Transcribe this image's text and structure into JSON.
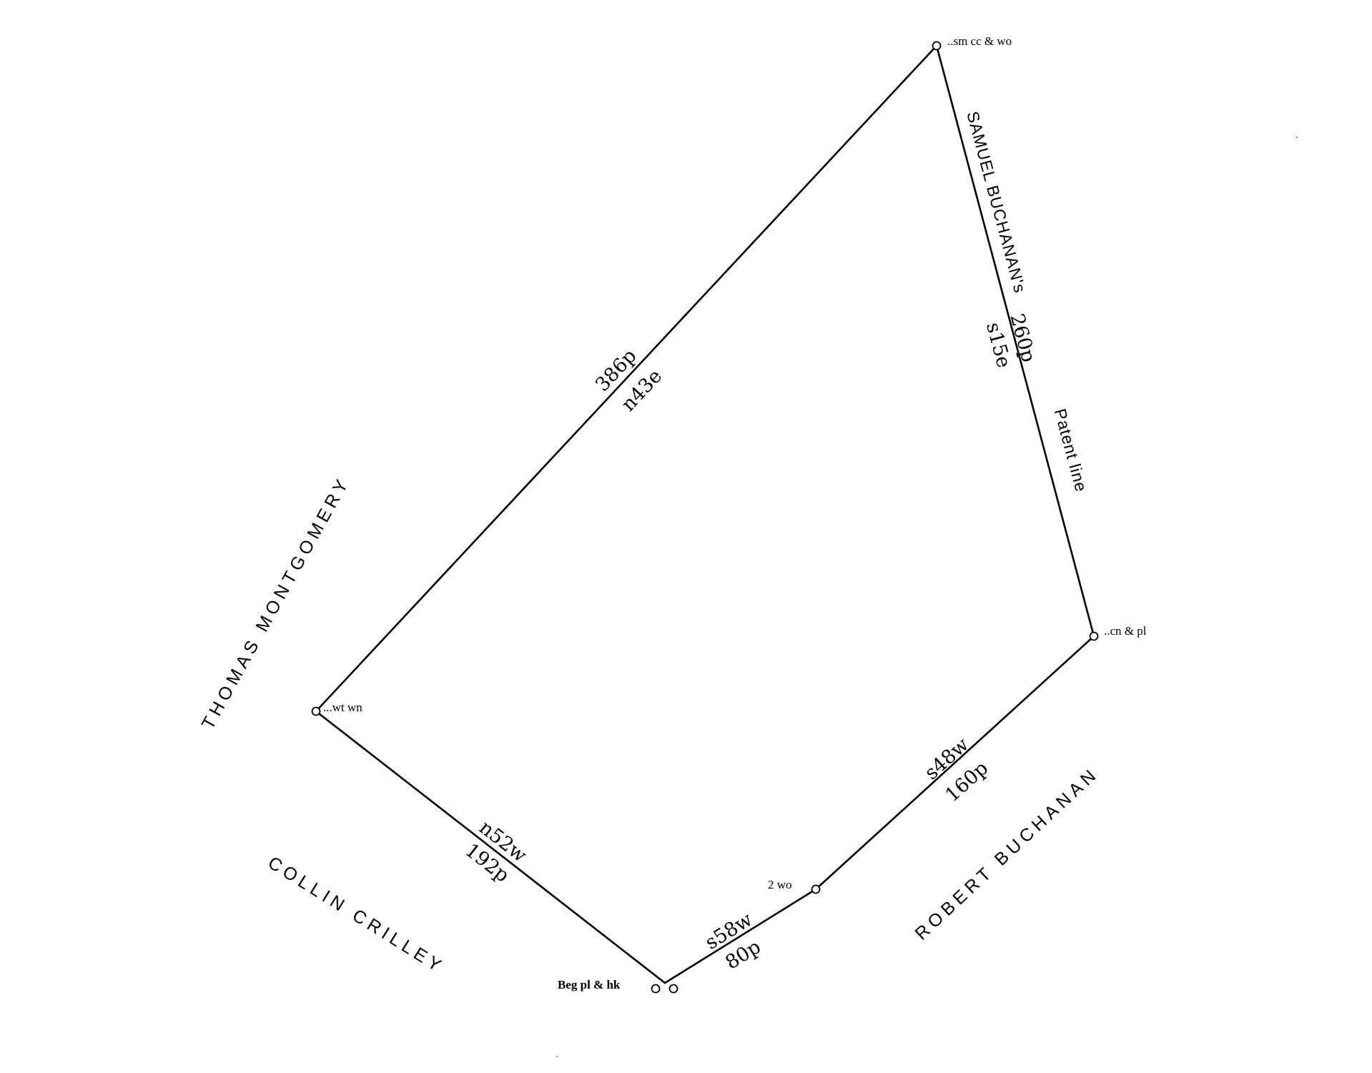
{
  "corners": {
    "top": "..sm cc & wo",
    "right": "..cn & pl",
    "left": "...wt wn",
    "mid_bottom": "2 wo",
    "beginning": "Beg pl & hk"
  },
  "calls": {
    "north_east_line": {
      "distance": "386p",
      "bearing": "n43e"
    },
    "east_line": {
      "distance": "260p",
      "bearing": "s15e"
    },
    "south_east_line": {
      "bearing": "s48w",
      "distance": "160p"
    },
    "south_line": {
      "bearing": "s58w",
      "distance": "80p"
    },
    "west_line": {
      "bearing": "n52w",
      "distance": "192p"
    }
  },
  "adjoiners": {
    "north_west": "THOMAS MONTGOMERY",
    "north_east": "SAMUEL BUCHANAN's",
    "east_note": "Patent line",
    "south_east": "ROBERT BUCHANAN",
    "south_west": "COLLIN CRILLEY"
  }
}
